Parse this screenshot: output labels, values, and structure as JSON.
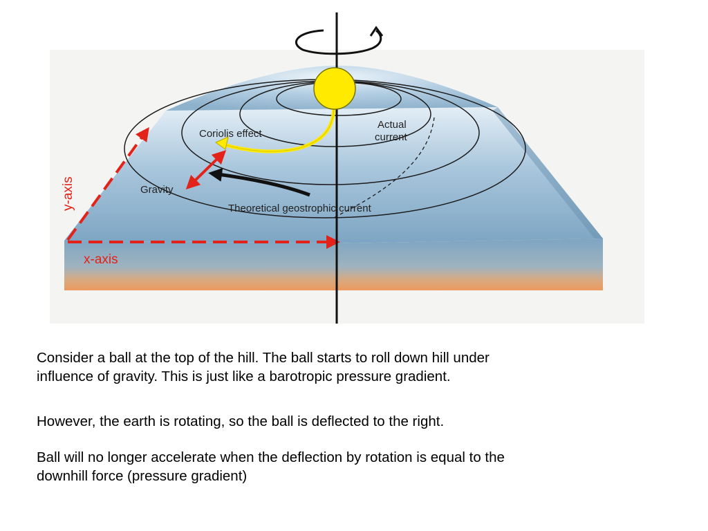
{
  "diagram": {
    "labels": {
      "coriolis": "Coriolis effect",
      "actual_line1": "Actual",
      "actual_line2": "current",
      "gravity": "Gravity",
      "geostrophic": "Theoretical geostrophic current",
      "y_axis": "y-axis",
      "x_axis": "x-axis"
    },
    "colors": {
      "water_top": "#b9d4e6",
      "water_side": "#7fa6c4",
      "sediment": "#e8a06a",
      "ball": "#ffea00",
      "axis_dashes": "#e32219",
      "coriolis_path": "#ffea00",
      "contour": "#1c1c1c"
    },
    "icons": [
      "rotation-arrow-icon",
      "ball-icon"
    ]
  },
  "text": {
    "paragraph1_line1": "Consider a ball at the top of the hill.  The ball starts to roll down hill under",
    "paragraph1_line2": "influence of gravity. This is just like a barotropic pressure gradient.",
    "paragraph2": "However, the earth is rotating, so the ball is deflected to the right.",
    "paragraph3_line1": "Ball will no longer accelerate when the deflection by rotation is equal to the",
    "paragraph3_line2": "downhill force (pressure gradient)"
  }
}
